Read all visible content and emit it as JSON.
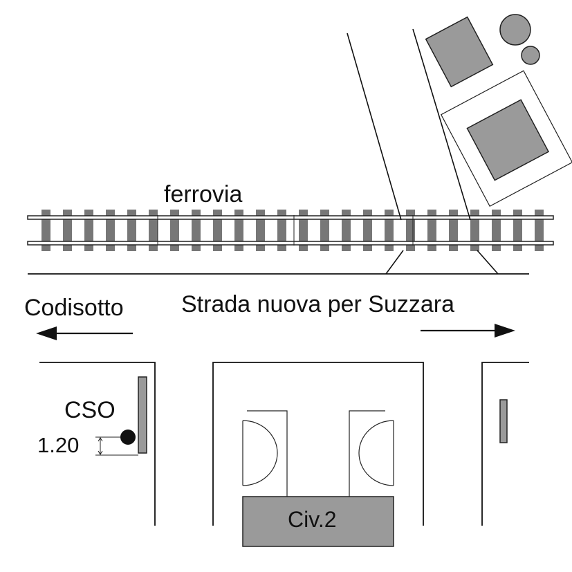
{
  "labels": {
    "railway": "ferrovia",
    "left_direction": "Codisotto",
    "road": "Strada nuova per Suzzara",
    "station": "CSO",
    "height": "1.20",
    "house": "Civ.2"
  },
  "colors": {
    "ink": "#111111",
    "fill_gray": "#9a9a9a",
    "background": "#ffffff"
  }
}
